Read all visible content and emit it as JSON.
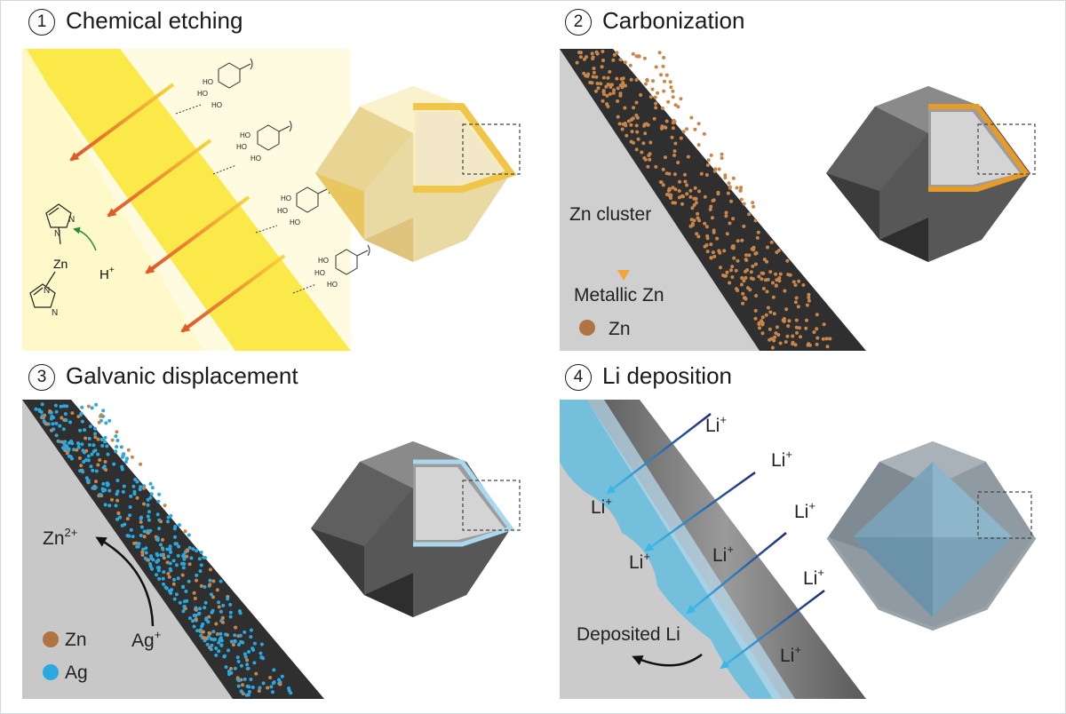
{
  "panels": [
    {
      "number": "1",
      "title": "Chemical etching"
    },
    {
      "number": "2",
      "title": "Carbonization"
    },
    {
      "number": "3",
      "title": "Galvanic displacement"
    },
    {
      "number": "4",
      "title": "Li deposition"
    }
  ],
  "panel1": {
    "h_plus": "H",
    "h_plus_sup": "+",
    "zn": "Zn",
    "n_label": "N",
    "ho": "HO"
  },
  "panel2": {
    "zn_cluster": "Zn cluster",
    "metallic_zn": "Metallic Zn",
    "legend_zn": "Zn"
  },
  "panel3": {
    "zn_ion": "Zn",
    "zn_ion_sup": "2+",
    "ag_ion": "Ag",
    "ag_ion_sup": "+",
    "legend_zn": "Zn",
    "legend_ag": "Ag"
  },
  "panel4": {
    "li": "Li",
    "li_sup": "+",
    "deposited_li": "Deposited Li"
  },
  "colors": {
    "yellow_band": "#fbe94a",
    "etch_arrow": "#e9762f",
    "dark_carbon": "#333333",
    "zn_dot": "#c9864a",
    "ag_dot": "#2aa9e0",
    "li_blue": "#6db7d6",
    "li_arrow": "#2a3b8f"
  }
}
